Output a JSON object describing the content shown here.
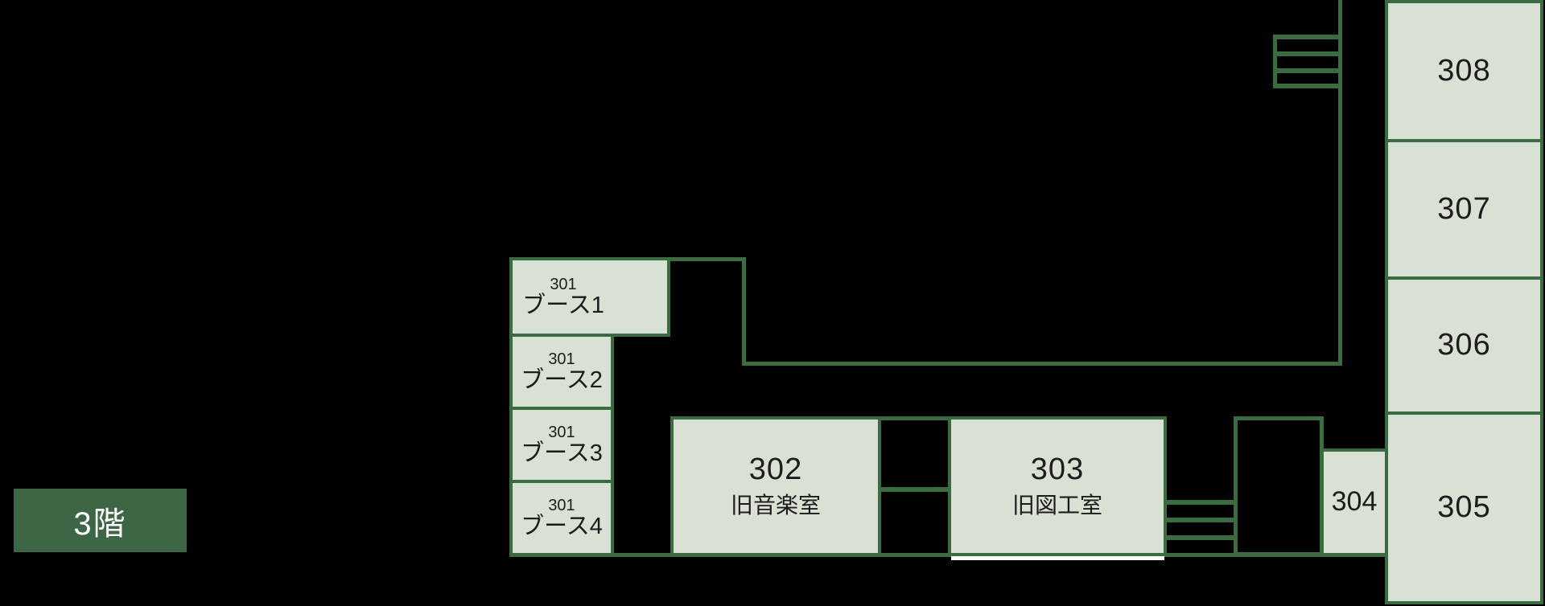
{
  "floor": {
    "label": "3階"
  },
  "rooms": {
    "booth1": {
      "number": "301",
      "name": "ブース1"
    },
    "booth2": {
      "number": "301",
      "name": "ブース2"
    },
    "booth3": {
      "number": "301",
      "name": "ブース3"
    },
    "booth4": {
      "number": "301",
      "name": "ブース4"
    },
    "r302": {
      "number": "302",
      "name": "旧音楽室"
    },
    "r303": {
      "number": "303",
      "name": "旧図工室"
    },
    "r304": {
      "number": "304"
    },
    "r305": {
      "number": "305"
    },
    "r306": {
      "number": "306"
    },
    "r307": {
      "number": "307"
    },
    "r308": {
      "number": "308"
    }
  },
  "icons": {
    "upper_stairs": "stairs-icon",
    "lower_stairs": "stairs-icon"
  },
  "colors": {
    "background": "#000000",
    "room_fill": "#d9e0d4",
    "wall_green": "#3a6b41",
    "floor_label_bg": "#3c6645",
    "floor_label_text": "#ffffff",
    "room_text": "#1c1c1c",
    "opening_marker": "#ffffff"
  }
}
